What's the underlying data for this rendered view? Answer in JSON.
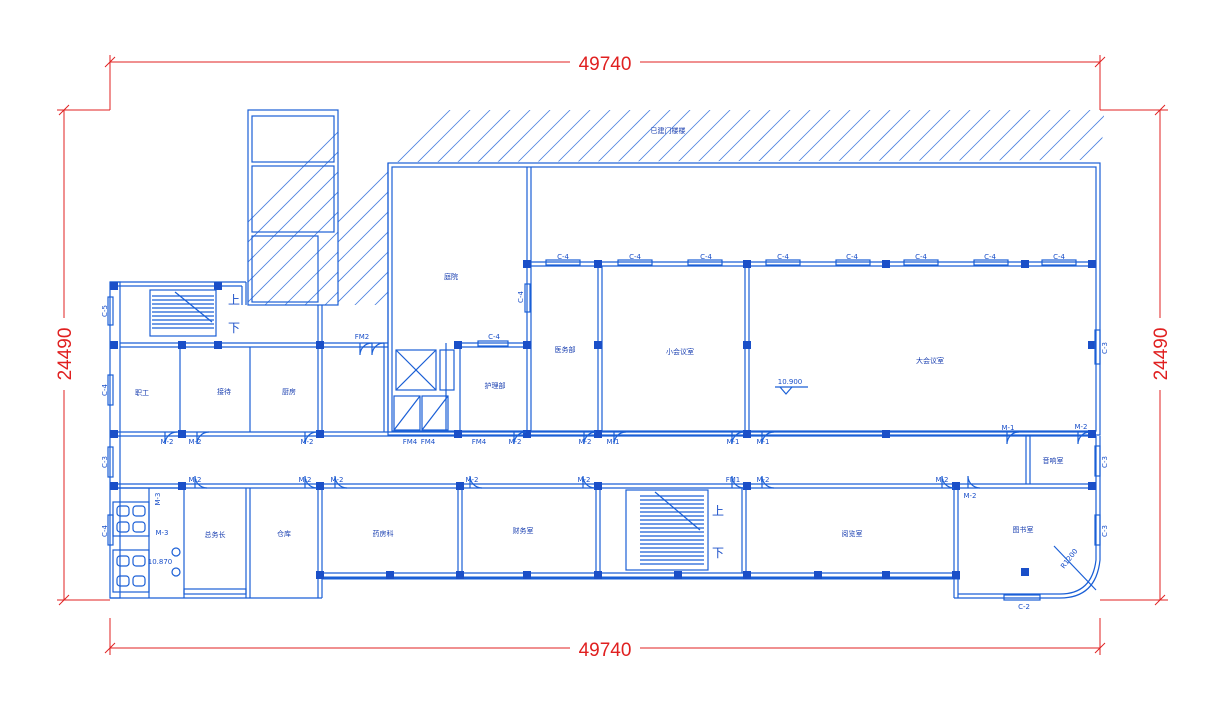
{
  "dimensions": {
    "top": "49740",
    "bottom": "49740",
    "left": "24490",
    "right": "24490"
  },
  "rooms": {
    "hall": "庭院",
    "medical": "医务部",
    "small_meeting": "小会议室",
    "large_meeting": "大会议室",
    "nurse": "护理部",
    "staff": "职工",
    "reception": "接待",
    "kitchen": "厨房",
    "stationery": "总务长",
    "storage": "仓库",
    "pharmacy": "药房科",
    "finance": "财务室",
    "reading": "阅览室",
    "library": "图书室",
    "audio": "音响室",
    "roof_note": "已建门楼楼"
  },
  "labels": {
    "c4": "C-4",
    "c5": "C-5",
    "c3": "C-3",
    "c2": "C-2",
    "m1": "M-1",
    "m2": "M-2",
    "m3": "M-3",
    "fm1": "FM1",
    "fm2": "FM2",
    "fm4": "FM4",
    "up": "上",
    "down": "下",
    "elev1": "10.900",
    "elev2": "10.870",
    "radius": "R1200"
  }
}
